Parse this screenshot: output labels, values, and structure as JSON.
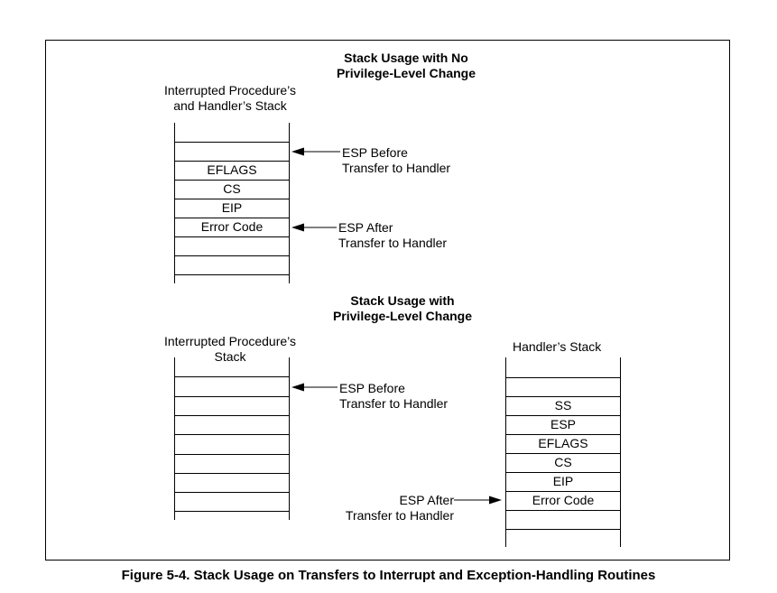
{
  "top": {
    "title_line1": "Stack Usage with No",
    "title_line2": "Privilege-Level Change",
    "stack_label_line1": "Interrupted Procedure’s",
    "stack_label_line2": "and Handler’s Stack",
    "cells": [
      "EFLAGS",
      "CS",
      "EIP",
      "Error Code"
    ],
    "esp_before_line1": "ESP Before",
    "esp_before_line2": "Transfer to Handler",
    "esp_after_line1": "ESP After",
    "esp_after_line2": "Transfer to Handler"
  },
  "bottom": {
    "title_line1": "Stack Usage with",
    "title_line2": "Privilege-Level Change",
    "left_label_line1": "Interrupted Procedure’s",
    "left_label_line2": "Stack",
    "right_label": "Handler’s Stack",
    "handler_cells": [
      "SS",
      "ESP",
      "EFLAGS",
      "CS",
      "EIP",
      "Error Code"
    ],
    "esp_before_line1": "ESP Before",
    "esp_before_line2": "Transfer to Handler",
    "esp_after_line1": "ESP After",
    "esp_after_line2": "Transfer to Handler"
  },
  "caption": "Figure 5-4.  Stack Usage on Transfers to Interrupt and Exception-Handling Routines"
}
